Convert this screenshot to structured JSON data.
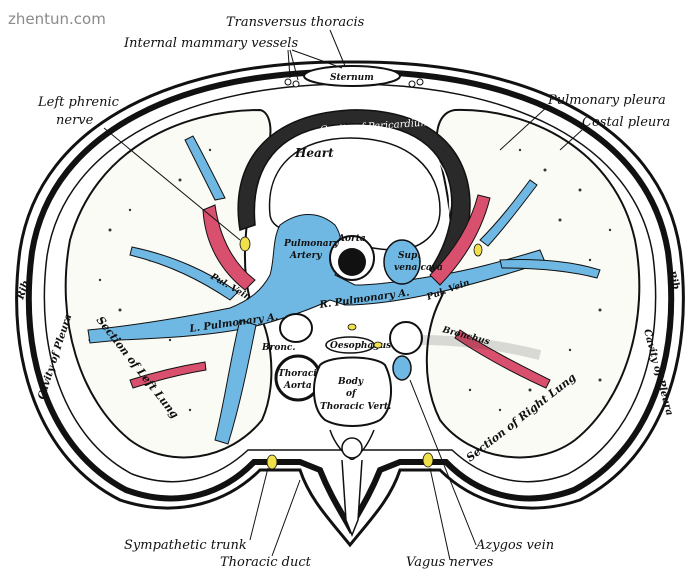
{
  "watermark": "zhentun.com",
  "colors": {
    "artery_blue": "#6fb8e4",
    "vein_red": "#d9506e",
    "nerve_yellow": "#f0e04a",
    "outline": "#111111",
    "cavity_fill": "#2a2a2a"
  },
  "labels": {
    "transversus_thoracis": "Transversus thoracis",
    "internal_mammary_vessels": "Internal mammary vessels",
    "left_phrenic_nerve_1": "Left phrenic",
    "left_phrenic_nerve_2": "nerve",
    "pulmonary_pleura": "Pulmonary pleura",
    "costal_pleura": "Costal pleura",
    "sympathetic_trunk": "Sympathetic trunk",
    "thoracic_duct": "Thoracic duct",
    "azygos_vein": "Azygos vein",
    "vagus_nerves": "Vagus nerves"
  },
  "inner_labels": {
    "sternum": "Sternum",
    "heart": "Heart",
    "cavity_of_pericardium": "Cavity of Pericardium",
    "aorta": "Aorta",
    "pulmonary_artery_1": "Pulmonary",
    "pulmonary_artery_2": "Artery",
    "sup_vena_cava_1": "Sup.",
    "sup_vena_cava_2": "vena cava",
    "l_pulmonary_a": "L. Pulmonary A.",
    "r_pulmonary_a": "R. Pulmonary A.",
    "pul_vein_left": "Pul. Vein",
    "pul_vein_right": "Pul. Vein",
    "bronchus_left": "Bronc.",
    "bronchus_right": "Bronchus",
    "oesophagus": "Oesophagus",
    "thoracic_aorta_1": "Thoracic",
    "thoracic_aorta_2": "Aorta",
    "body_of_1": "Body",
    "body_of_2": "of",
    "body_of_3": "Thoracic Vert.",
    "section_left_lung": "Section of Left Lung",
    "section_right_lung": "Section of Right Lung",
    "rib_left": "Rib",
    "rib_right": "Rib",
    "cavity_of_pleura_left": "Cavity of Pleura",
    "cavity_of_pleura_right": "Cavity of Pleura"
  }
}
